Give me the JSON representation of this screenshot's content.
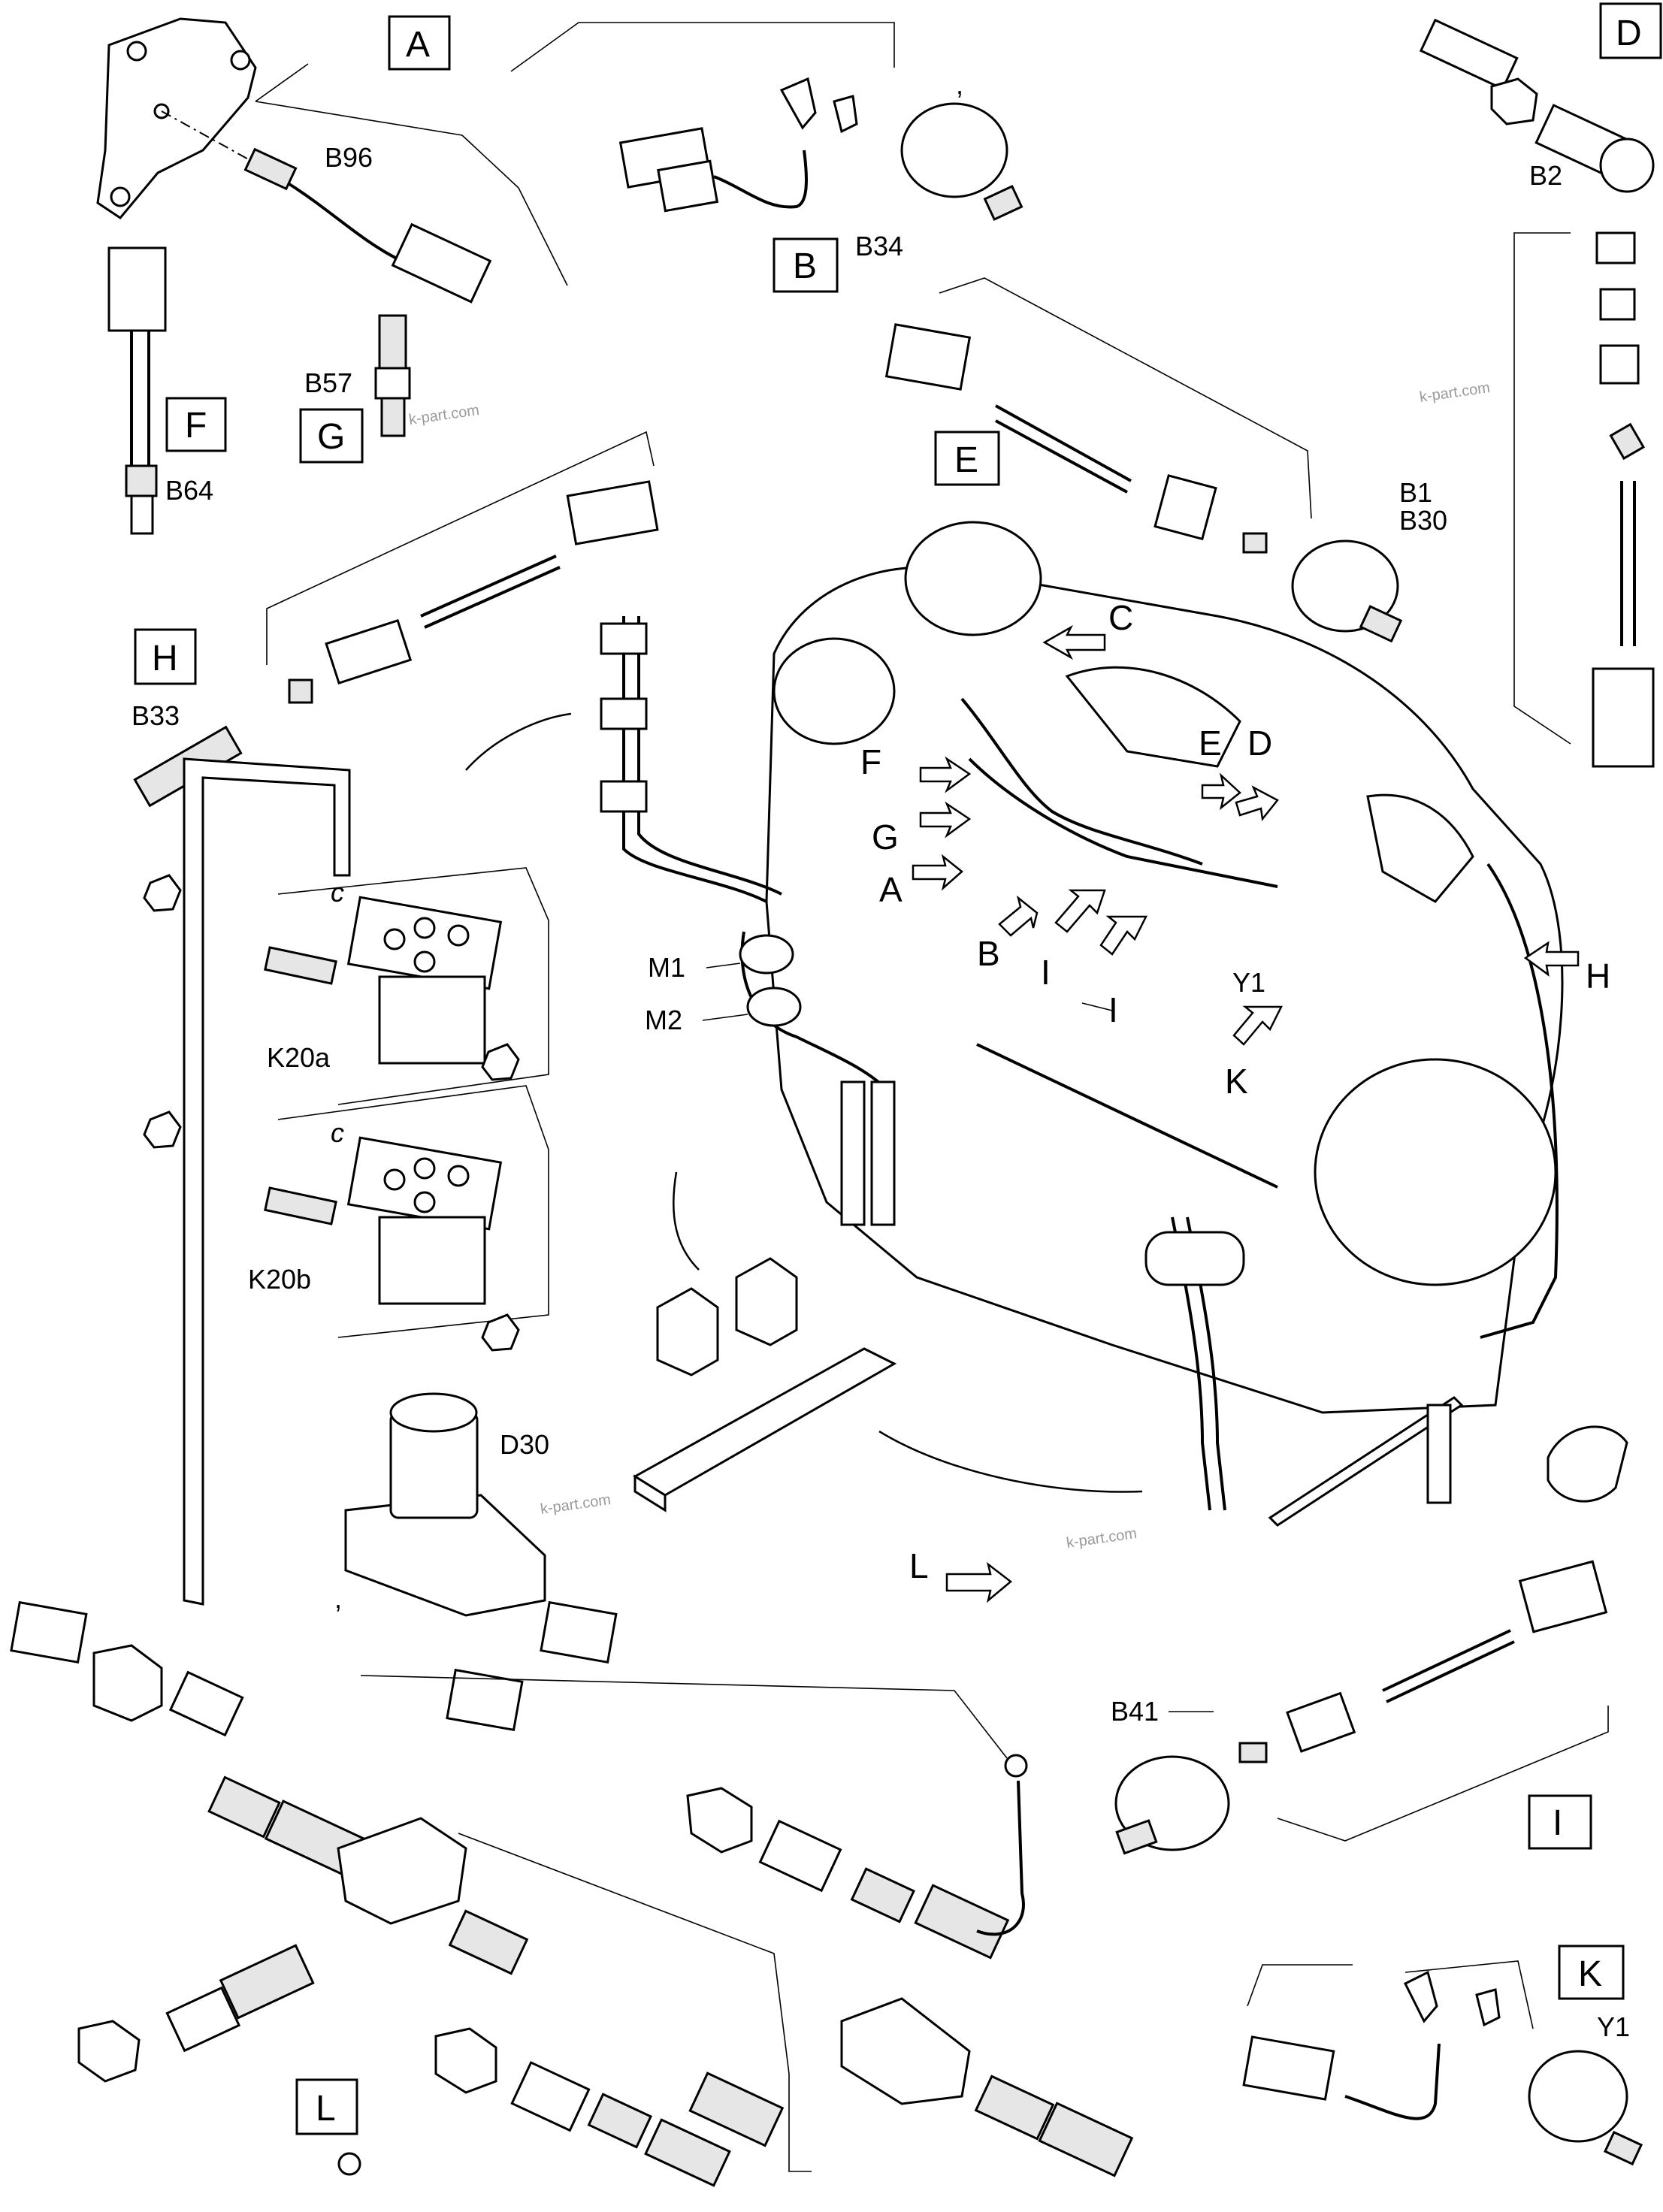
{
  "watermark": "k-part.com",
  "section_boxes": {
    "A": "A",
    "B": "B",
    "C_box": "",
    "D": "D",
    "E": "E",
    "F": "F",
    "G": "G",
    "H": "H",
    "I": "I",
    "K": "K",
    "L": "L"
  },
  "part_labels": {
    "B96": "B96",
    "B34": "B34",
    "B57": "B57",
    "B64": "B64",
    "B2": "B2",
    "B1": "B1",
    "B30": "B30",
    "B33": "B33",
    "K20a": "K20a",
    "K20b": "K20b",
    "D30": "D30",
    "M1": "M1",
    "M2": "M2",
    "Y1_engine": "Y1",
    "Y1_inset": "Y1",
    "B41": "B41",
    "c1": "c",
    "c2": "c"
  },
  "engine_callouts": {
    "C": "C",
    "F": "F",
    "G": "G",
    "A": "A",
    "B": "B",
    "E": "E",
    "D": "D",
    "H": "H",
    "I1": "I",
    "I2": "I",
    "K": "K",
    "L": "L"
  },
  "punctuation": {
    "comma1": ",",
    "comma2": ","
  }
}
